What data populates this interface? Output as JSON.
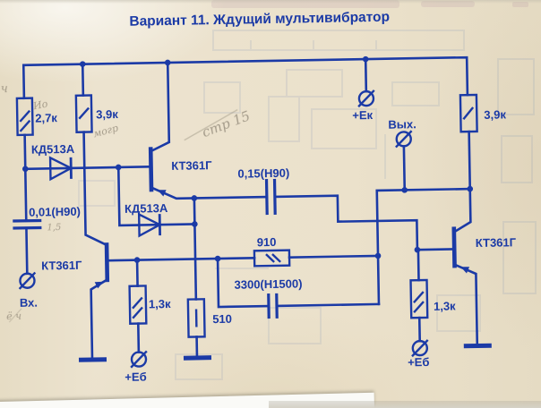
{
  "title": "Вариант 11. Ждущий мультивибратор",
  "colors": {
    "ink": "#1b3aa6",
    "paper": "#ebe1cb",
    "pencil": "#8d8474"
  },
  "components": {
    "r_27k": {
      "label": "2,7к",
      "type": "resistor"
    },
    "r_39k_left": {
      "label": "3,9к",
      "type": "resistor"
    },
    "r_39k_right": {
      "label": "3,9к",
      "type": "resistor"
    },
    "r_13k_left": {
      "label": "1,3к",
      "type": "resistor"
    },
    "r_13k_right": {
      "label": "1,3к",
      "type": "resistor"
    },
    "r_910": {
      "label": "910",
      "type": "resistor"
    },
    "r_510": {
      "label": "510",
      "type": "resistor"
    },
    "c_001": {
      "label": "0,01(Н90)",
      "type": "capacitor"
    },
    "c_015": {
      "label": "0,15(Н90)",
      "type": "capacitor"
    },
    "c_3300": {
      "label": "3300(Н1500)",
      "type": "capacitor"
    },
    "d1": {
      "label": "КД513А",
      "type": "diode"
    },
    "d2": {
      "label": "КД513А",
      "type": "diode"
    },
    "q1": {
      "label": "КТ361Г",
      "type": "transistor-pnp"
    },
    "q2": {
      "label": "КТ361Г",
      "type": "transistor-pnp"
    },
    "q3": {
      "label": "КТ361Г",
      "type": "transistor-pnp"
    }
  },
  "terminals": {
    "input": "Вх.",
    "output": "Вых.",
    "ek": "+Ек",
    "eb_left": "+Еб",
    "eb_right": "+Еб"
  },
  "pencil_notes": {
    "n1": "ч",
    "n2": "Ио",
    "n3": "могр",
    "n4": "стр 15",
    "n5": "1,5",
    "n6": "ё ч"
  }
}
